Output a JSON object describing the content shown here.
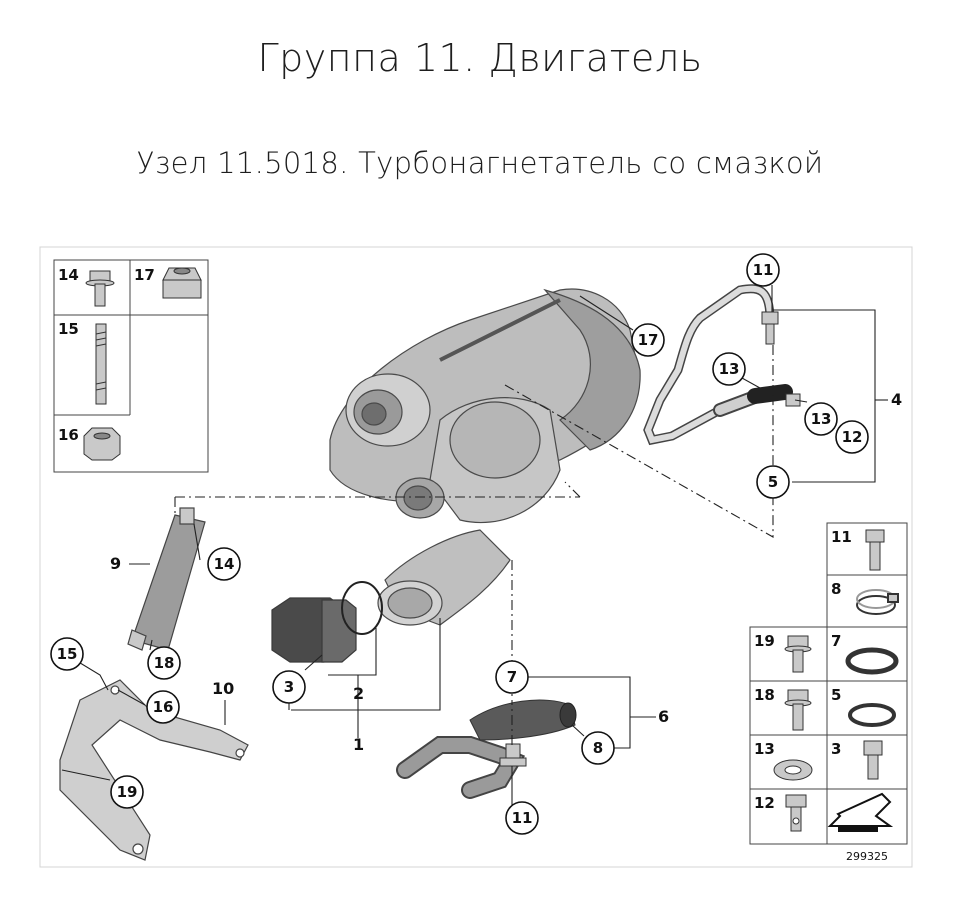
{
  "header": {
    "title": "Группа 11. Двигатель",
    "subtitle": "Узел 11.5018. Турбонагнетатель со смазкой"
  },
  "diagram": {
    "catalog_number": "299325",
    "callouts": {
      "c1": "1",
      "c2": "2",
      "c3": "3",
      "c4": "4",
      "c5": "5",
      "c6": "6",
      "c7": "7",
      "c8": "8",
      "c9": "9",
      "c10": "10",
      "c11_top": "11",
      "c11_bottom": "11",
      "c12": "12",
      "c13_a": "13",
      "c13_b": "13",
      "c14": "14",
      "c15": "15",
      "c16": "16",
      "c17": "17",
      "c18": "18",
      "c19": "19"
    },
    "left_legend": [
      {
        "number": "14",
        "icon": "flange-bolt-icon"
      },
      {
        "number": "17",
        "icon": "sleeve-nut-icon"
      },
      {
        "number": "15",
        "icon": "stud-bolt-icon"
      },
      {
        "number": "16",
        "icon": "flange-nut-icon"
      }
    ],
    "right_legend": [
      {
        "number": "11",
        "icon": "banjo-bolt-icon"
      },
      {
        "number": "8",
        "icon": "hose-clamp-icon"
      },
      {
        "number": "19",
        "icon": "hex-bolt-icon"
      },
      {
        "number": "7",
        "icon": "o-ring-large-icon"
      },
      {
        "number": "18",
        "icon": "hex-bolt-long-icon"
      },
      {
        "number": "5",
        "icon": "o-ring-icon"
      },
      {
        "number": "13",
        "icon": "sealing-washer-icon"
      },
      {
        "number": "3",
        "icon": "socket-screw-icon"
      },
      {
        "number": "12",
        "icon": "hollow-bolt-icon"
      },
      {
        "number": "",
        "icon": "direction-arrow-icon"
      }
    ]
  }
}
